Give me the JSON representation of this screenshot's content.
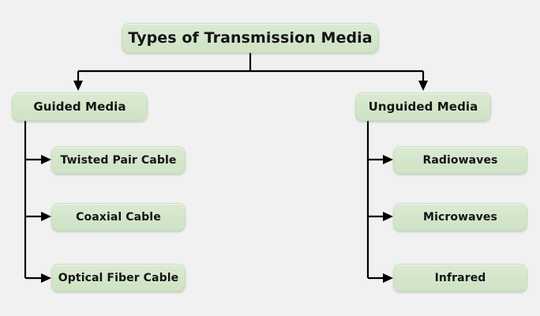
{
  "diagram": {
    "title_node": {
      "label": "Types of Transmission Media"
    },
    "branches": [
      {
        "label": "Guided Media",
        "children": [
          {
            "label": "Twisted Pair Cable"
          },
          {
            "label": "Coaxial Cable"
          },
          {
            "label": "Optical Fiber Cable"
          }
        ]
      },
      {
        "label": "Unguided Media",
        "children": [
          {
            "label": "Radiowaves"
          },
          {
            "label": "Microwaves"
          },
          {
            "label": "Infrared"
          }
        ]
      }
    ],
    "style": {
      "background_color": "#f1f1f1",
      "node_fill": "#d4e7cc",
      "node_border": "#c6ddbd",
      "connector_color": "#000000",
      "text_color": "#141414"
    }
  }
}
